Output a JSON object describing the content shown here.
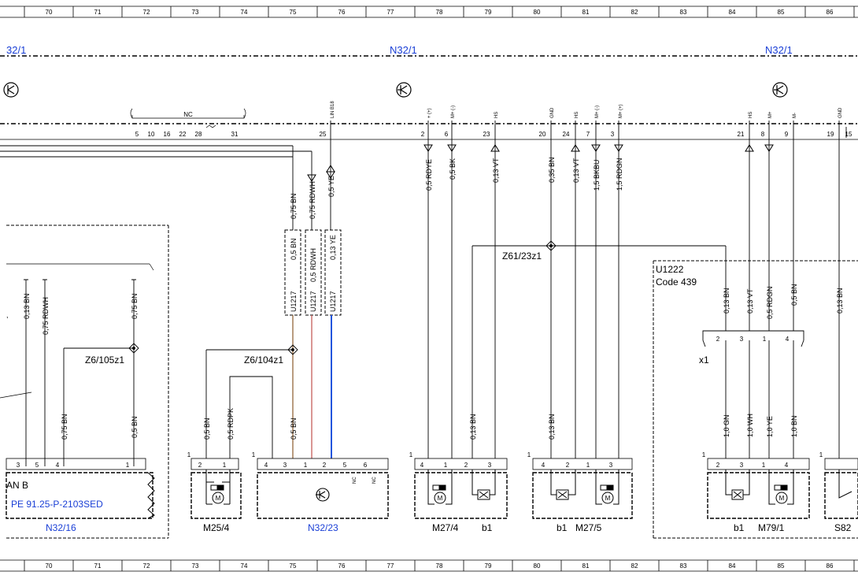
{
  "grid": {
    "columns": [
      "70",
      "71",
      "72",
      "73",
      "74",
      "75",
      "76",
      "77",
      "78",
      "79",
      "80",
      "81",
      "82",
      "83",
      "84",
      "85",
      "86"
    ]
  },
  "bus": {
    "labels": [
      "32/1",
      "N32/1",
      "N32/1"
    ]
  },
  "connector": {
    "nc_label": "NC",
    "pins_group": [
      "5",
      "10",
      "16",
      "22",
      "28",
      "31"
    ],
    "pins": [
      "25",
      "2",
      "6",
      "23",
      "20",
      "24",
      "7",
      "3",
      "21",
      "8",
      "9",
      "19",
      "15"
    ],
    "signals": [
      "LIN B18",
      "+ (+)",
      "M+ (-)",
      "HS",
      "GND",
      "HS",
      "M+ (-)",
      "M+ (+)",
      "HS",
      "M+",
      "M-",
      "GND"
    ]
  },
  "wires": {
    "upper": [
      "0,75 BN",
      "0,75 RDWH",
      "0,5 YE",
      "0,5 RDYE",
      "0,5 BK",
      "0,13 VT",
      "0,35 BN",
      "0,13 VT",
      "1,5 BKBU",
      "1,5 RDGN"
    ],
    "u1217_labels": [
      "0,5 BN",
      "0,5 RDWH",
      "0,13 YE"
    ],
    "u1217_codes": [
      "U1217",
      "U1217",
      "U1217"
    ],
    "left_vertical": [
      "0,13 BN",
      "0,75 RDWH",
      "0,75 BN"
    ],
    "left_lower": [
      "0,75 BN",
      "0,5 BN"
    ],
    "mid_lower": [
      "0,5 BN",
      "0,5 RDPK",
      "0,5 BN",
      "0,13 BN",
      "0,13 BN"
    ],
    "right_upper": [
      "0,13 BN",
      "0,13 VT",
      "0,5 RDGN",
      "0,5 BN",
      "0,13 BN"
    ],
    "right_lower": [
      "1,0 GN",
      "1,0 WH",
      "1,0 YE",
      "1,0 BN"
    ]
  },
  "splices": {
    "z6_105": "Z6/105z1",
    "z6_104": "Z6/104z1",
    "z61_23": "Z61/23z1"
  },
  "module": {
    "u1222": "U1222",
    "code": "Code 439",
    "x1": "x1",
    "x1_pins": [
      "2",
      "3",
      "1",
      "4"
    ]
  },
  "components": {
    "can_b": "AN B",
    "pe_ref": "PE 91.25-P-2103SED",
    "n32_16": "N32/16",
    "m25_4": "M25/4",
    "n32_23": "N32/23",
    "m27_4": "M27/4",
    "b1_a": "b1",
    "b1_b": "b1",
    "m27_5": "M27/5",
    "b1_c": "b1",
    "m79_1": "M79/1",
    "s82": "S82"
  },
  "pin_numbers": {
    "n32_16": [
      "3",
      "5",
      "4",
      "1"
    ],
    "m25_4": [
      "2",
      "1"
    ],
    "n32_23": [
      "4",
      "3",
      "1",
      "2",
      "5",
      "6"
    ],
    "m27_4": [
      "4",
      "1",
      "2",
      "3"
    ],
    "m27_5": [
      "4",
      "2",
      "1",
      "3"
    ],
    "m79_1": [
      "2",
      "3",
      "1",
      "4"
    ],
    "conn_one": "1",
    "nc": "NC"
  },
  "colors": {
    "line": "#000000",
    "blue_text": "#1a3fd6",
    "wire_red": "#c0504d",
    "wire_blue": "#2255dd",
    "wire_brown": "#8b5a2b"
  }
}
